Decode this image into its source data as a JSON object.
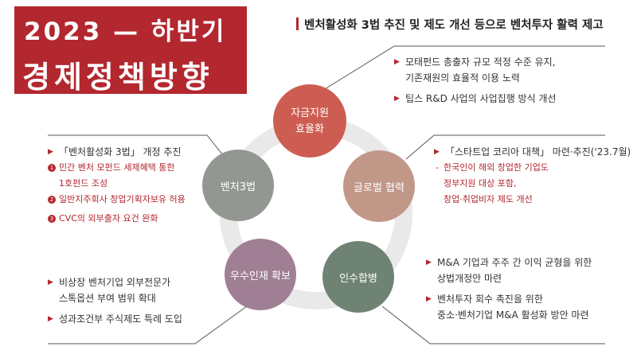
{
  "title": {
    "line1": "2023 — 하반기",
    "line2": "경제정책방향"
  },
  "headline": "벤처활성화 3법 추진 및 제도 개선 등으로 벤처투자 활력 제고",
  "nodes": {
    "n1": {
      "line1": "자금지원",
      "line2": "효율화",
      "color": "#cd5d52"
    },
    "n2": {
      "label": "글로벌 협력",
      "color": "#c19788"
    },
    "n3": {
      "label": "인수합병",
      "color": "#6f8374"
    },
    "n4": {
      "label": "우수인재 확보",
      "color": "#a07f94"
    },
    "n5": {
      "label": "벤처3법",
      "color": "#939792"
    }
  },
  "blocks": {
    "topright": {
      "item1_line1": "모태펀드 총출자 규모 적정 수준 유지,",
      "item1_line2": "기존재원의 효율적 이용 노력",
      "item2": "팁스 R&D 사업의 사업집행 방식 개선"
    },
    "left": {
      "head": "「벤처활성화 3법」 개정 추진",
      "sub1_num": "1",
      "sub1_line1": "민간 벤처 모펀드 세제혜택 통한",
      "sub1_line2": "1호펀드 조성",
      "sub2_num": "2",
      "sub2": "일반지주회사 창업기획자보유 허용",
      "sub3_num": "3",
      "sub3": "CVC의 외부출자 요건 완화"
    },
    "right": {
      "head": "「스타트업 코리아 대책」 마련·추진('23.7월)",
      "dash_line1": "한국인이 해외 창업한 기업도",
      "dash_line2": "정부지원 대상 포함,",
      "dash_line3": "창업·취업비자 제도 개선"
    },
    "bottomright": {
      "item1_line1": "M&A 기업과 주주 간 이익 균형을 위한",
      "item1_line2": "상법개정안 마련",
      "item2_line1": "벤처투자 회수 촉진을 위한",
      "item2_line2": "중소·벤처기업 M&A 활성화 방안 마련"
    },
    "bottomleft": {
      "item1_line1": "비상장 벤처기업 외부전문가",
      "item1_line2": "스톡옵션 부여 범위 확대",
      "item2": "성과조건부 주식제도 특례 도입"
    }
  }
}
